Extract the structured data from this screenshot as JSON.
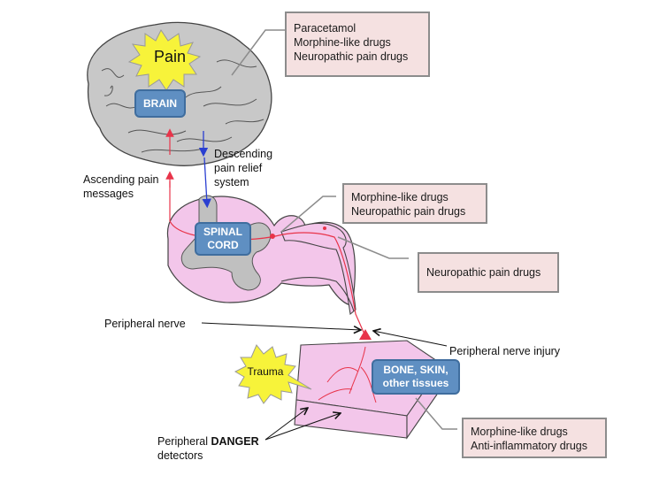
{
  "colors": {
    "brain_fill": "#c8c8c8",
    "cord_fill": "#f3c6ea",
    "grey_matter": "#c0c0c0",
    "label_box_fill": "#5f8fc2",
    "drug_box_fill": "#f5e1e1",
    "star_fill": "#f7f33a",
    "ascending_arrow": "#e8344a",
    "descending_arrow": "#2a3fd1"
  },
  "stars": {
    "pain": "Pain",
    "trauma": "Trauma"
  },
  "structure_labels": {
    "brain": "BRAIN",
    "spinal_cord": [
      "SPINAL",
      "CORD"
    ],
    "tissues": [
      "BONE, SKIN,",
      "other  tissues"
    ]
  },
  "pathway_labels": {
    "ascending": [
      "Ascending pain",
      "messages"
    ],
    "descending": [
      "Descending",
      "pain relief",
      "system"
    ],
    "peripheral_nerve": "Peripheral  nerve",
    "peripheral_nerve_injury": "Peripheral  nerve injury",
    "danger_detectors": {
      "prefix": "Peripheral ",
      "bold": "DANGER",
      "line2": "detectors"
    }
  },
  "drug_boxes": {
    "brain": [
      "Paracetamol",
      "Morphine-like drugs",
      "Neuropathic pain drugs"
    ],
    "spinal_cord": [
      "Morphine-like drugs",
      "Neuropathic pain drugs"
    ],
    "nerve": [
      "Neuropathic pain drugs"
    ],
    "tissues": [
      "Morphine-like drugs",
      "Anti-inflammatory drugs"
    ]
  }
}
